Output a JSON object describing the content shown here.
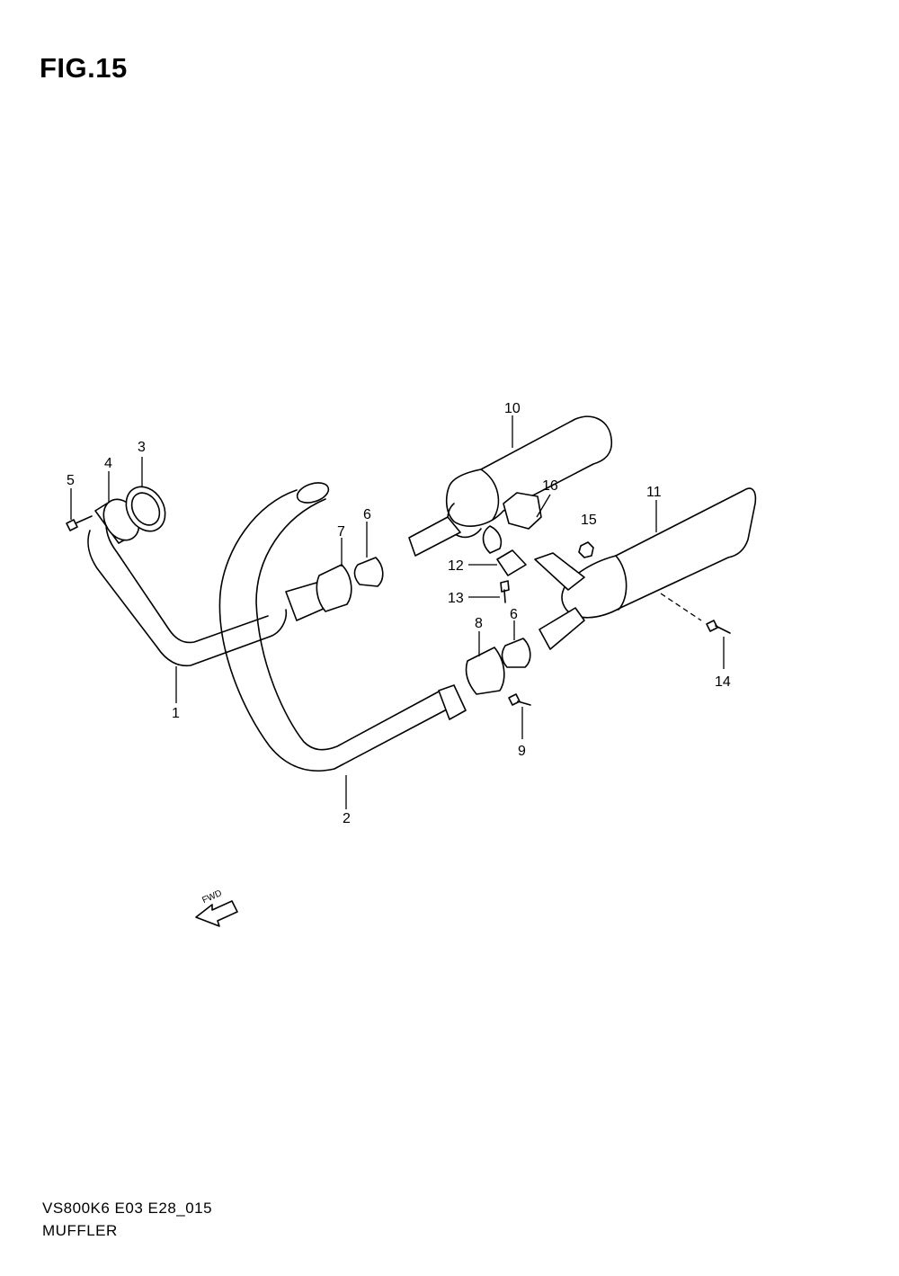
{
  "figure": {
    "title": "FIG.15",
    "code": "VS800K6 E03 E28_015",
    "name": "MUFFLER"
  },
  "fwd_arrow_label": "FWD",
  "callouts": {
    "c1": "1",
    "c2": "2",
    "c3": "3",
    "c4": "4",
    "c5": "5",
    "c6a": "6",
    "c6b": "6",
    "c7": "7",
    "c8": "8",
    "c9": "9",
    "c10": "10",
    "c11": "11",
    "c12": "12",
    "c13": "13",
    "c14": "14",
    "c15": "15",
    "c16": "16"
  }
}
